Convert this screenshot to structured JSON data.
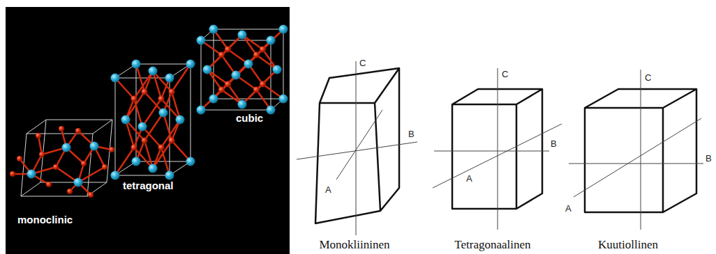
{
  "diagram": {
    "labels": [
      "monoclinic",
      "tetragonal",
      "cubic",
      "C",
      "B",
      "A",
      "Monokliininen",
      "C",
      "B",
      "A",
      "Tetragonaalinen",
      "C",
      "B",
      "A",
      "Kuutiollinen"
    ]
  }
}
